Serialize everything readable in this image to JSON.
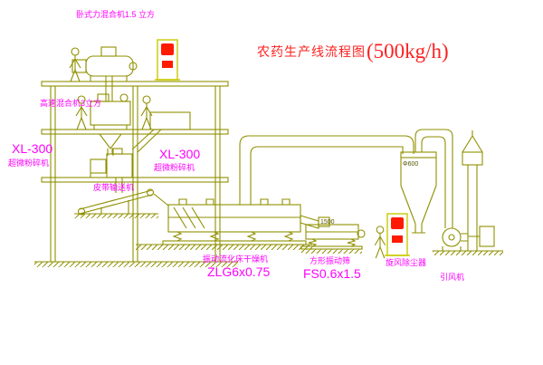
{
  "title": {
    "name": "农药生产线流程图",
    "capacity": "(500kg/h)"
  },
  "equipment_labels": {
    "horizontal_mixer": "卧式力混合机1.5 立方",
    "high_speed_mixer": "高速混合机3立方",
    "left_crusher": {
      "model": "XL-300",
      "name": "超微粉碎机"
    },
    "mid_crusher": {
      "model": "XL-300",
      "name": "超微粉碎机"
    },
    "belt_conveyor": "皮带输送机",
    "dryer": {
      "name": "振动流化床干燥机",
      "model": "ZLG6x0.75"
    },
    "screen": {
      "name": "方形振动筛",
      "model": "FS0.6x1.5",
      "dim": "1500"
    },
    "cyclone": {
      "name": "旋风除尘器",
      "dim": "Φ600"
    },
    "fan": "引风机"
  },
  "colors": {
    "line_olive": "#8f8f00",
    "line_bright": "#c9c900",
    "label_magenta": "#ff00ff",
    "title_red": "#ff2020",
    "display_red": "#ff1a00",
    "background": "#ffffff"
  }
}
